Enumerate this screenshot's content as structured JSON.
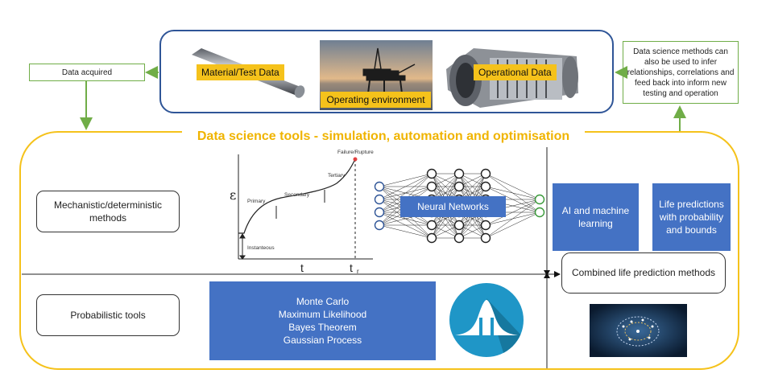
{
  "top": {
    "material_label": "Material/Test Data",
    "environment_label": "Operating environment",
    "operational_label": "Operational Data"
  },
  "data_acquired": "Data acquired",
  "feedback_note": "Data science methods can also be used to infer relationships, correlations and feed back into inform new testing and operation",
  "tools_title": "Data science tools - simulation, automation and optimisation",
  "mechanistic_label": "Mechanistic/deterministic methods",
  "probabilistic_label": "Probabilistic tools",
  "creep_chart": {
    "y_symbol": "ε",
    "x_symbol": "t",
    "rupture_time": "t",
    "rupture_time_sub": "r",
    "stages": [
      "Instanteous",
      "Primary",
      "Secondary",
      "Tertiary"
    ],
    "failure_label": "Failure/Rupture"
  },
  "neural_networks_label": "Neural Networks",
  "prob_methods": [
    "Monte Carlo",
    "Maximum Likelihood",
    "Bayes Theorem",
    "Gaussian Process"
  ],
  "ai_label": "AI and machine learning",
  "life_predictions_label": "Life predictions with probability and bounds",
  "combined_label": "Combined life prediction methods",
  "colors": {
    "navy": "#2f5597",
    "gold": "#f5c21b",
    "green": "#70ad47",
    "blue": "#4472c4"
  }
}
